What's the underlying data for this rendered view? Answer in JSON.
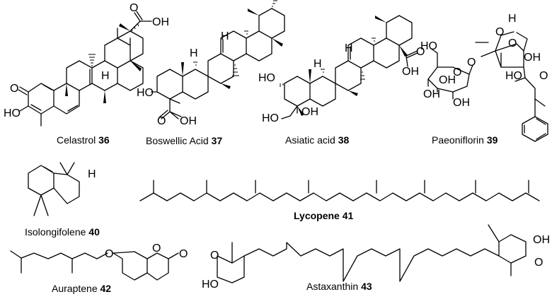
{
  "figure": {
    "background": "#ffffff",
    "line_color": "#000000",
    "compounds": [
      {
        "id": "36",
        "name": "Celastrol",
        "number": "36",
        "atoms": [
          "O",
          "HO",
          "OH",
          "H"
        ],
        "label_bold": false
      },
      {
        "id": "37",
        "name": "Boswellic Acid",
        "number": "37",
        "atoms": [
          "HO",
          "O",
          "OH",
          "H",
          "H"
        ],
        "label_bold": false
      },
      {
        "id": "38",
        "name": "Asiatic acid",
        "number": "38",
        "atoms": [
          "HO",
          "HO",
          "OH",
          "OH",
          "O",
          "H",
          "H"
        ],
        "label_bold": false
      },
      {
        "id": "39",
        "name": "Paeoniflorin",
        "number": "39",
        "atoms": [
          "H",
          "O",
          "O",
          "OH",
          "HO",
          "O",
          "OH",
          "OH",
          "OH",
          "HO",
          "O",
          "O"
        ],
        "label_bold": false
      },
      {
        "id": "40",
        "name": "Isolongifolene",
        "number": "40",
        "atoms": [
          "H"
        ],
        "label_bold": false
      },
      {
        "id": "41",
        "name": "Lycopene",
        "number": "41",
        "atoms": [],
        "label_bold": true
      },
      {
        "id": "42",
        "name": "Auraptene",
        "number": "42",
        "atoms": [
          "O",
          "O",
          "O"
        ],
        "label_bold": false
      },
      {
        "id": "43",
        "name": "Astaxanthin",
        "number": "43",
        "atoms": [
          "O",
          "HO",
          "OH",
          "O"
        ],
        "label_bold": false
      }
    ]
  },
  "labels": {
    "c36": {
      "name": "Celastrol",
      "number": "36"
    },
    "c37": {
      "name": "Boswellic Acid",
      "number": "37"
    },
    "c38": {
      "name": "Asiatic acid",
      "number": "38"
    },
    "c39": {
      "name": "Paeoniflorin",
      "number": "39"
    },
    "c40": {
      "name": "Isolongifolene",
      "number": "40"
    },
    "c41": {
      "name": "Lycopene",
      "number": "41"
    },
    "c42": {
      "name": "Auraptene",
      "number": "42"
    },
    "c43": {
      "name": "Astaxanthin",
      "number": "43"
    }
  },
  "atoms": {
    "O": "O",
    "OH": "OH",
    "HO": "HO",
    "H": "H"
  }
}
